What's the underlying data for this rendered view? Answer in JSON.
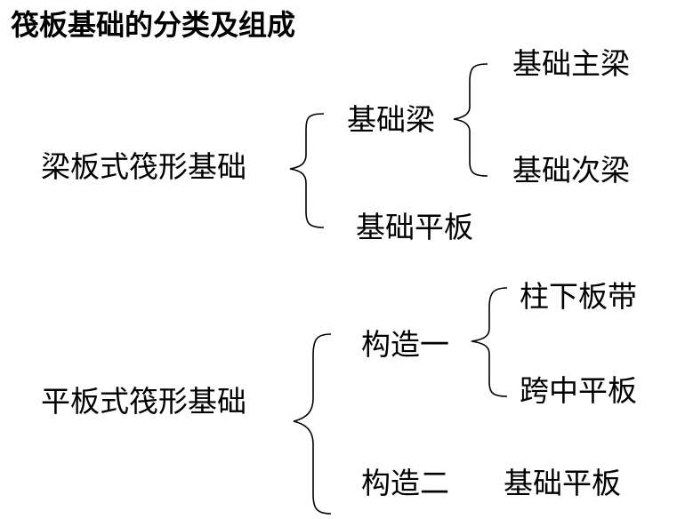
{
  "title": "筏板基础的分类及组成",
  "groups": [
    {
      "name": "梁板式筏形基础",
      "children": [
        {
          "name": "基础梁",
          "children": [
            "基础主梁",
            "基础次梁"
          ]
        },
        {
          "name": "基础平板"
        }
      ]
    },
    {
      "name": "平板式筏形基础",
      "children": [
        {
          "name": "构造一",
          "children": [
            "柱下板带",
            "跨中平板"
          ]
        },
        {
          "name": "构造二",
          "children": [
            "基础平板"
          ]
        }
      ]
    }
  ]
}
